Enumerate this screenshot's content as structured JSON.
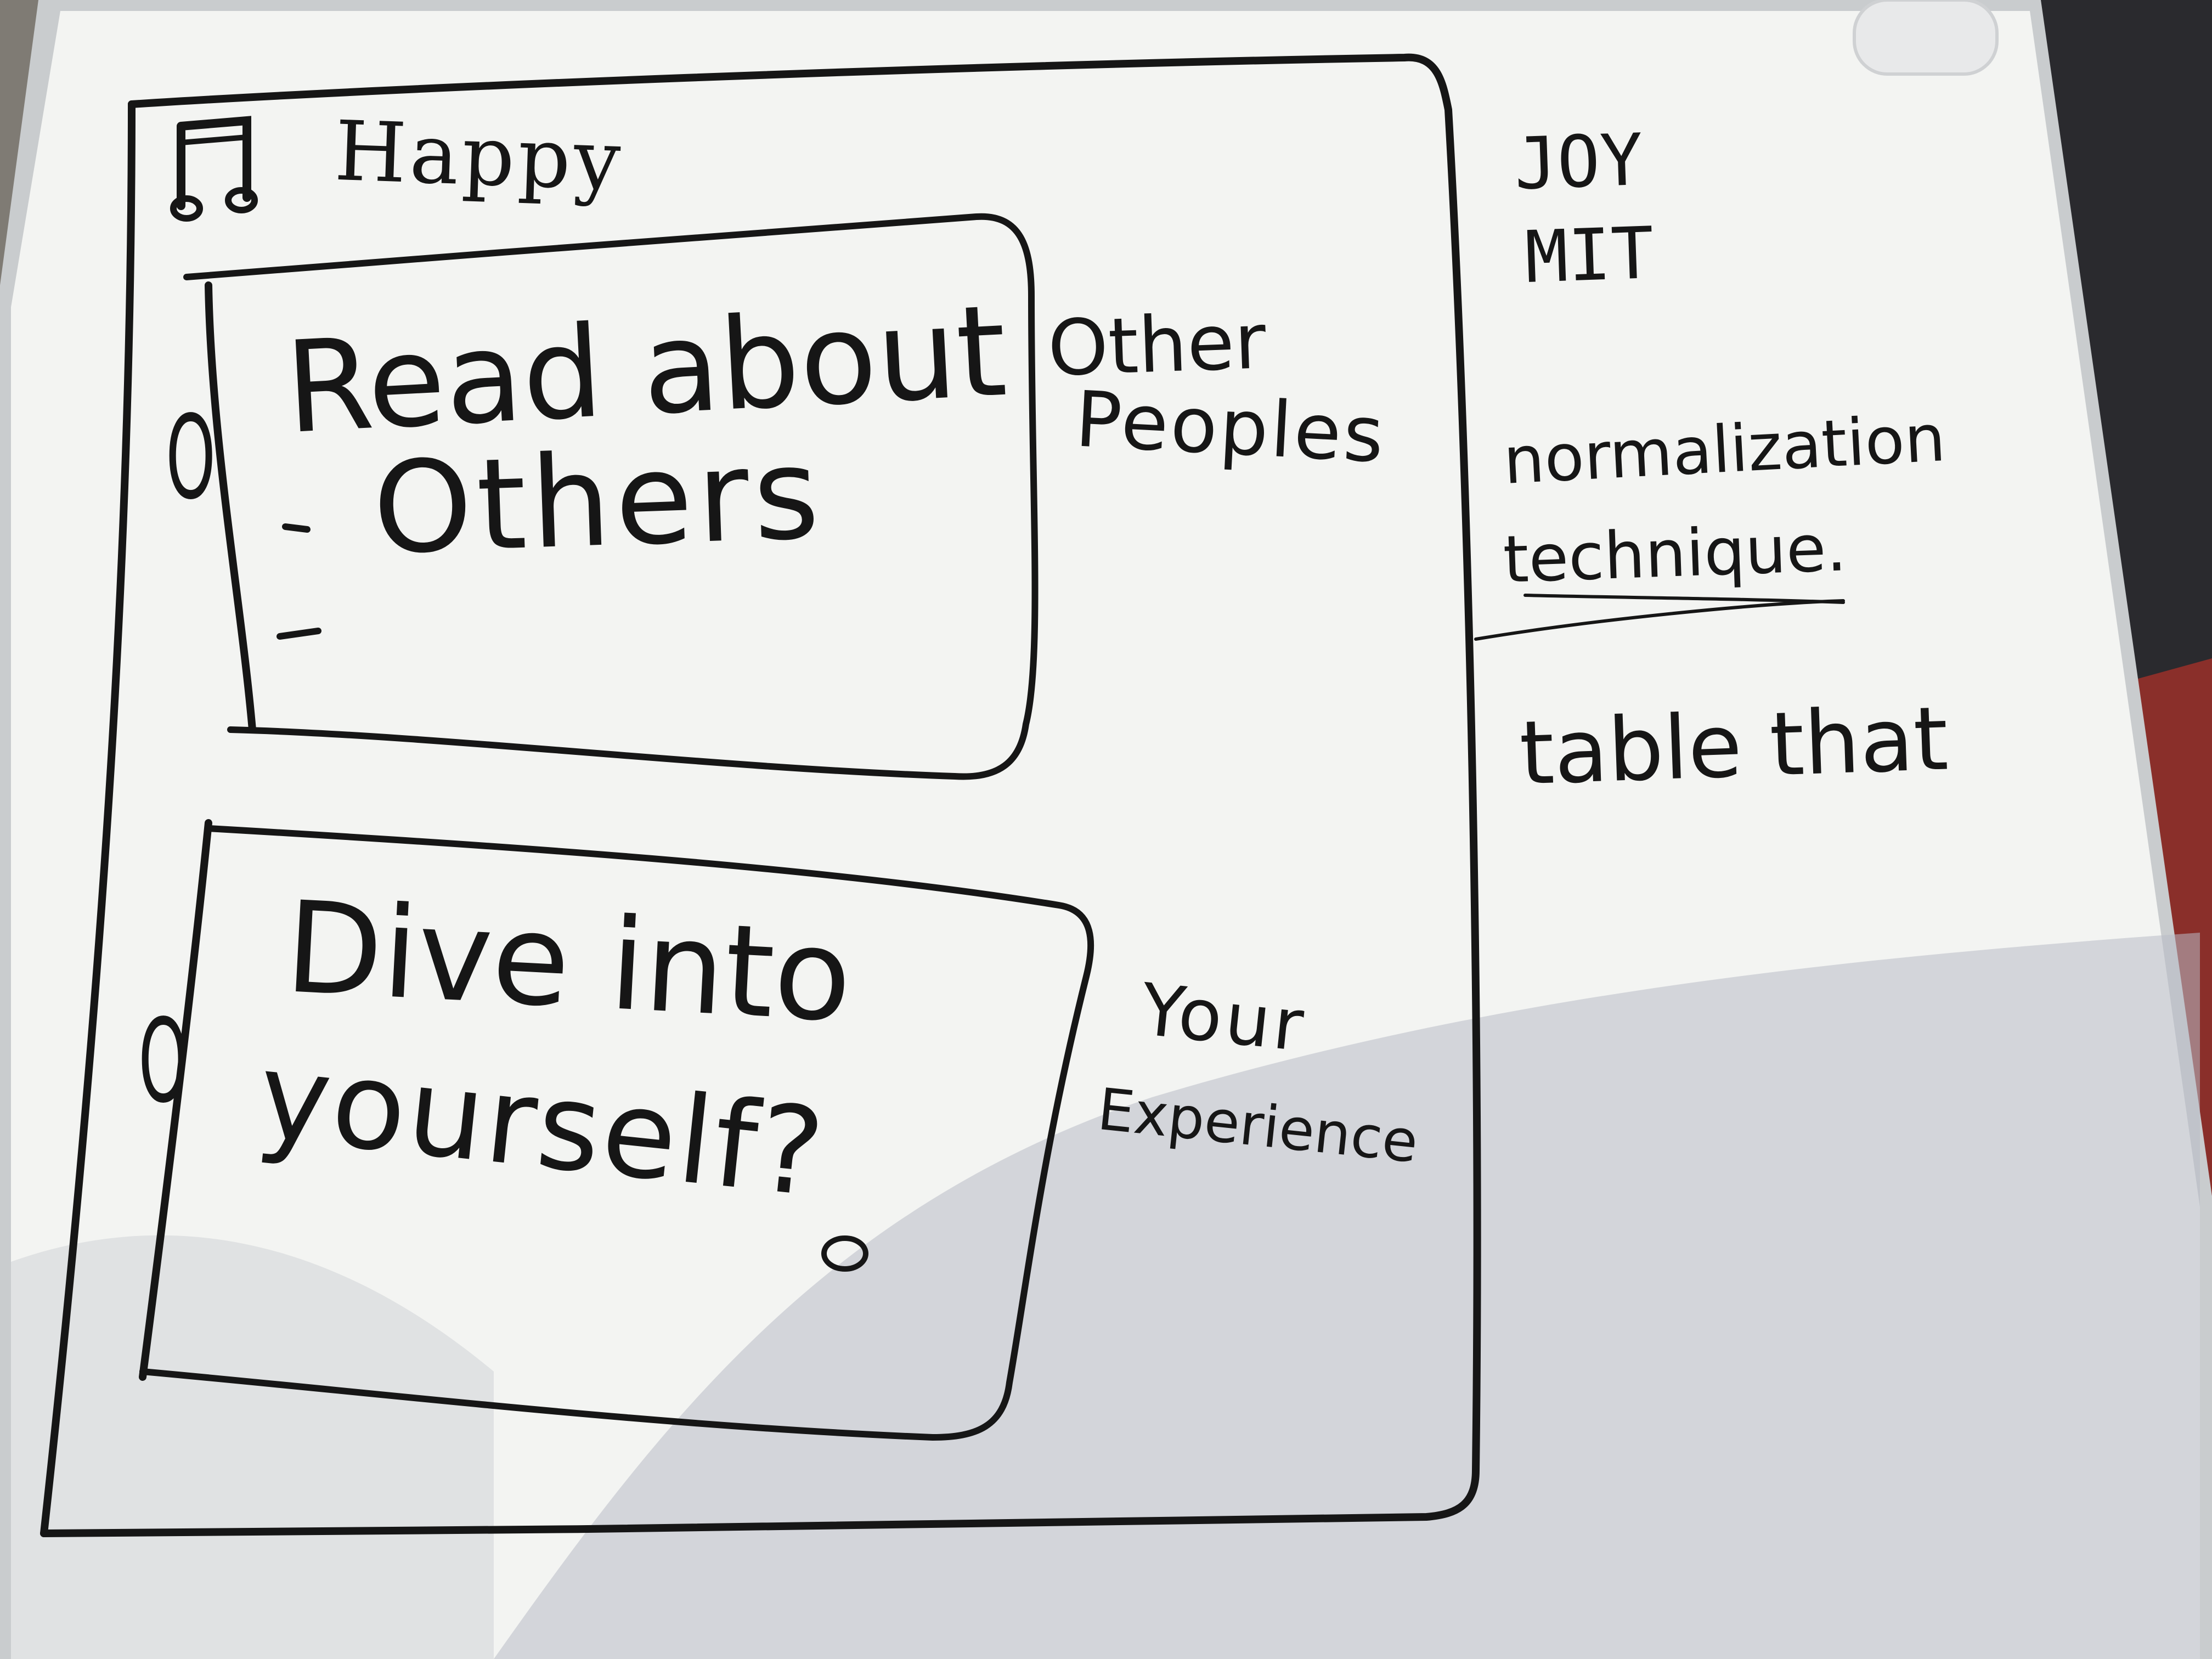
{
  "board": {
    "frame_color": "#c9ccce",
    "surface_color": "#f3f4f2",
    "ink_color": "#161616",
    "shadow_color": "#b8bcc6"
  },
  "sketch": {
    "title": "Happy",
    "music_icon": "music-note-icon",
    "box1": {
      "text_line1": "Read about",
      "text_line2": "Others",
      "side_note_line1": "Other",
      "side_note_line2": "Peoples",
      "radio": "O"
    },
    "box2": {
      "text_line1": "Dive into",
      "text_line2": "yourself?",
      "side_note_line1": "Your",
      "side_note_line2": "Experience",
      "radio": "O"
    }
  },
  "notes": {
    "line1": "JOY",
    "line2": "MIT",
    "line3": "normalization",
    "line4": "technique.",
    "line5": "table that"
  }
}
